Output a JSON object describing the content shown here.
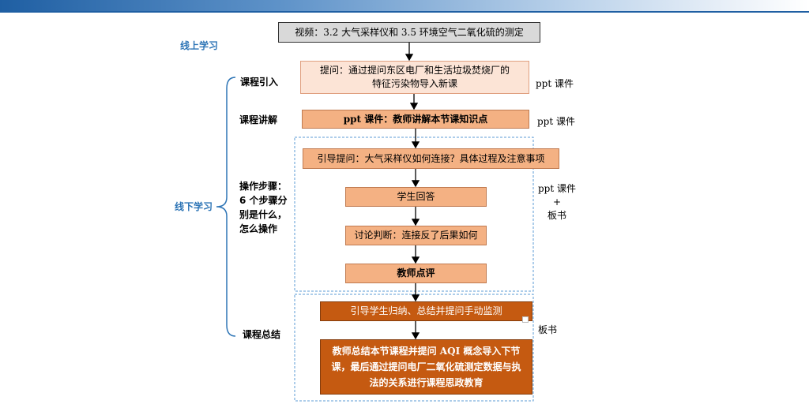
{
  "stages": {
    "online": "线上学习",
    "offline": "线下学习"
  },
  "sections": {
    "intro": "课程引入",
    "lecture": "课程讲解",
    "steps_lines": [
      "操作步骤：",
      "6 个步骤分",
      "别是什么，",
      "怎么操作"
    ],
    "summary": "课程总结"
  },
  "flow": {
    "video": "视频：3.2 大气采样仪和 3.5 环境空气二氧化硫的测定",
    "question_lines": [
      "提问：通过提问东区电厂和生活垃圾焚烧厂的",
      "特征污染物导入新课"
    ],
    "ppt_lecture": "ppt 课件：教师讲解本节课知识点",
    "guide_question": "引导提问：大气采样仪如何连接？具体过程及注意事项",
    "student_answer": "学生回答",
    "discussion": "讨论判断：连接反了后果如何",
    "teacher_comment": "教师点评",
    "induce": "引导学生归纳、总结并提问手动监测",
    "final_lines": [
      "教师总结本节课程并提问 AQI 概念导入下节",
      "课，最后通过提问电厂二氧化硫测定数据与执",
      "法的关系进行课程思政教育"
    ]
  },
  "resources": {
    "intro": "ppt 课件",
    "lecture": "ppt 课件",
    "middle_lines": [
      "ppt 课件",
      "+",
      "板书"
    ],
    "summary": "板书"
  },
  "colors": {
    "header_blue": "#1f5fa3",
    "label_blue": "#2e75b6",
    "light_peach": "#fce4d6",
    "peach": "#f4b183",
    "dark_orange": "#c55a11",
    "grey": "#d9d9d9"
  }
}
